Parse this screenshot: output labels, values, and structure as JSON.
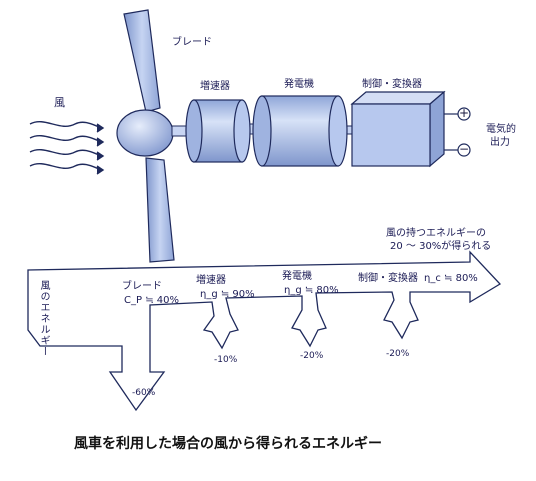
{
  "top": {
    "blade_label": "ブレード",
    "wind_label": "風",
    "gearbox_label": "増速器",
    "generator_label": "発電機",
    "converter_label": "制御・変換器",
    "plus_symbol": "+",
    "minus_symbol": "−",
    "output_label_1": "電気的",
    "output_label_2": "出力"
  },
  "flow": {
    "wind_energy_label": "風のエネルギー",
    "result_note_1": "風の持つエネルギーの",
    "result_note_2": "20 〜 30%が得られる",
    "stages": [
      {
        "name": "ブレード",
        "efficiency": "C_P ≒ 40%",
        "loss": "-60%"
      },
      {
        "name": "増速器",
        "efficiency": "η_g ≒ 90%",
        "loss": "-10%"
      },
      {
        "name": "発電機",
        "efficiency": "η_g ≒ 80%",
        "loss": "-20%"
      },
      {
        "name": "制御・変換器",
        "efficiency": "η_c ≒ 80%",
        "loss": "-20%"
      }
    ]
  },
  "caption": "風車を利用した場合の風から得られるエネルギー",
  "colors": {
    "blade_fill": "#a9bde4",
    "component_fill": "#b7c8ee",
    "component_dark": "#7f96cc",
    "outline": "#1f2a5c",
    "background": "#ffffff"
  }
}
